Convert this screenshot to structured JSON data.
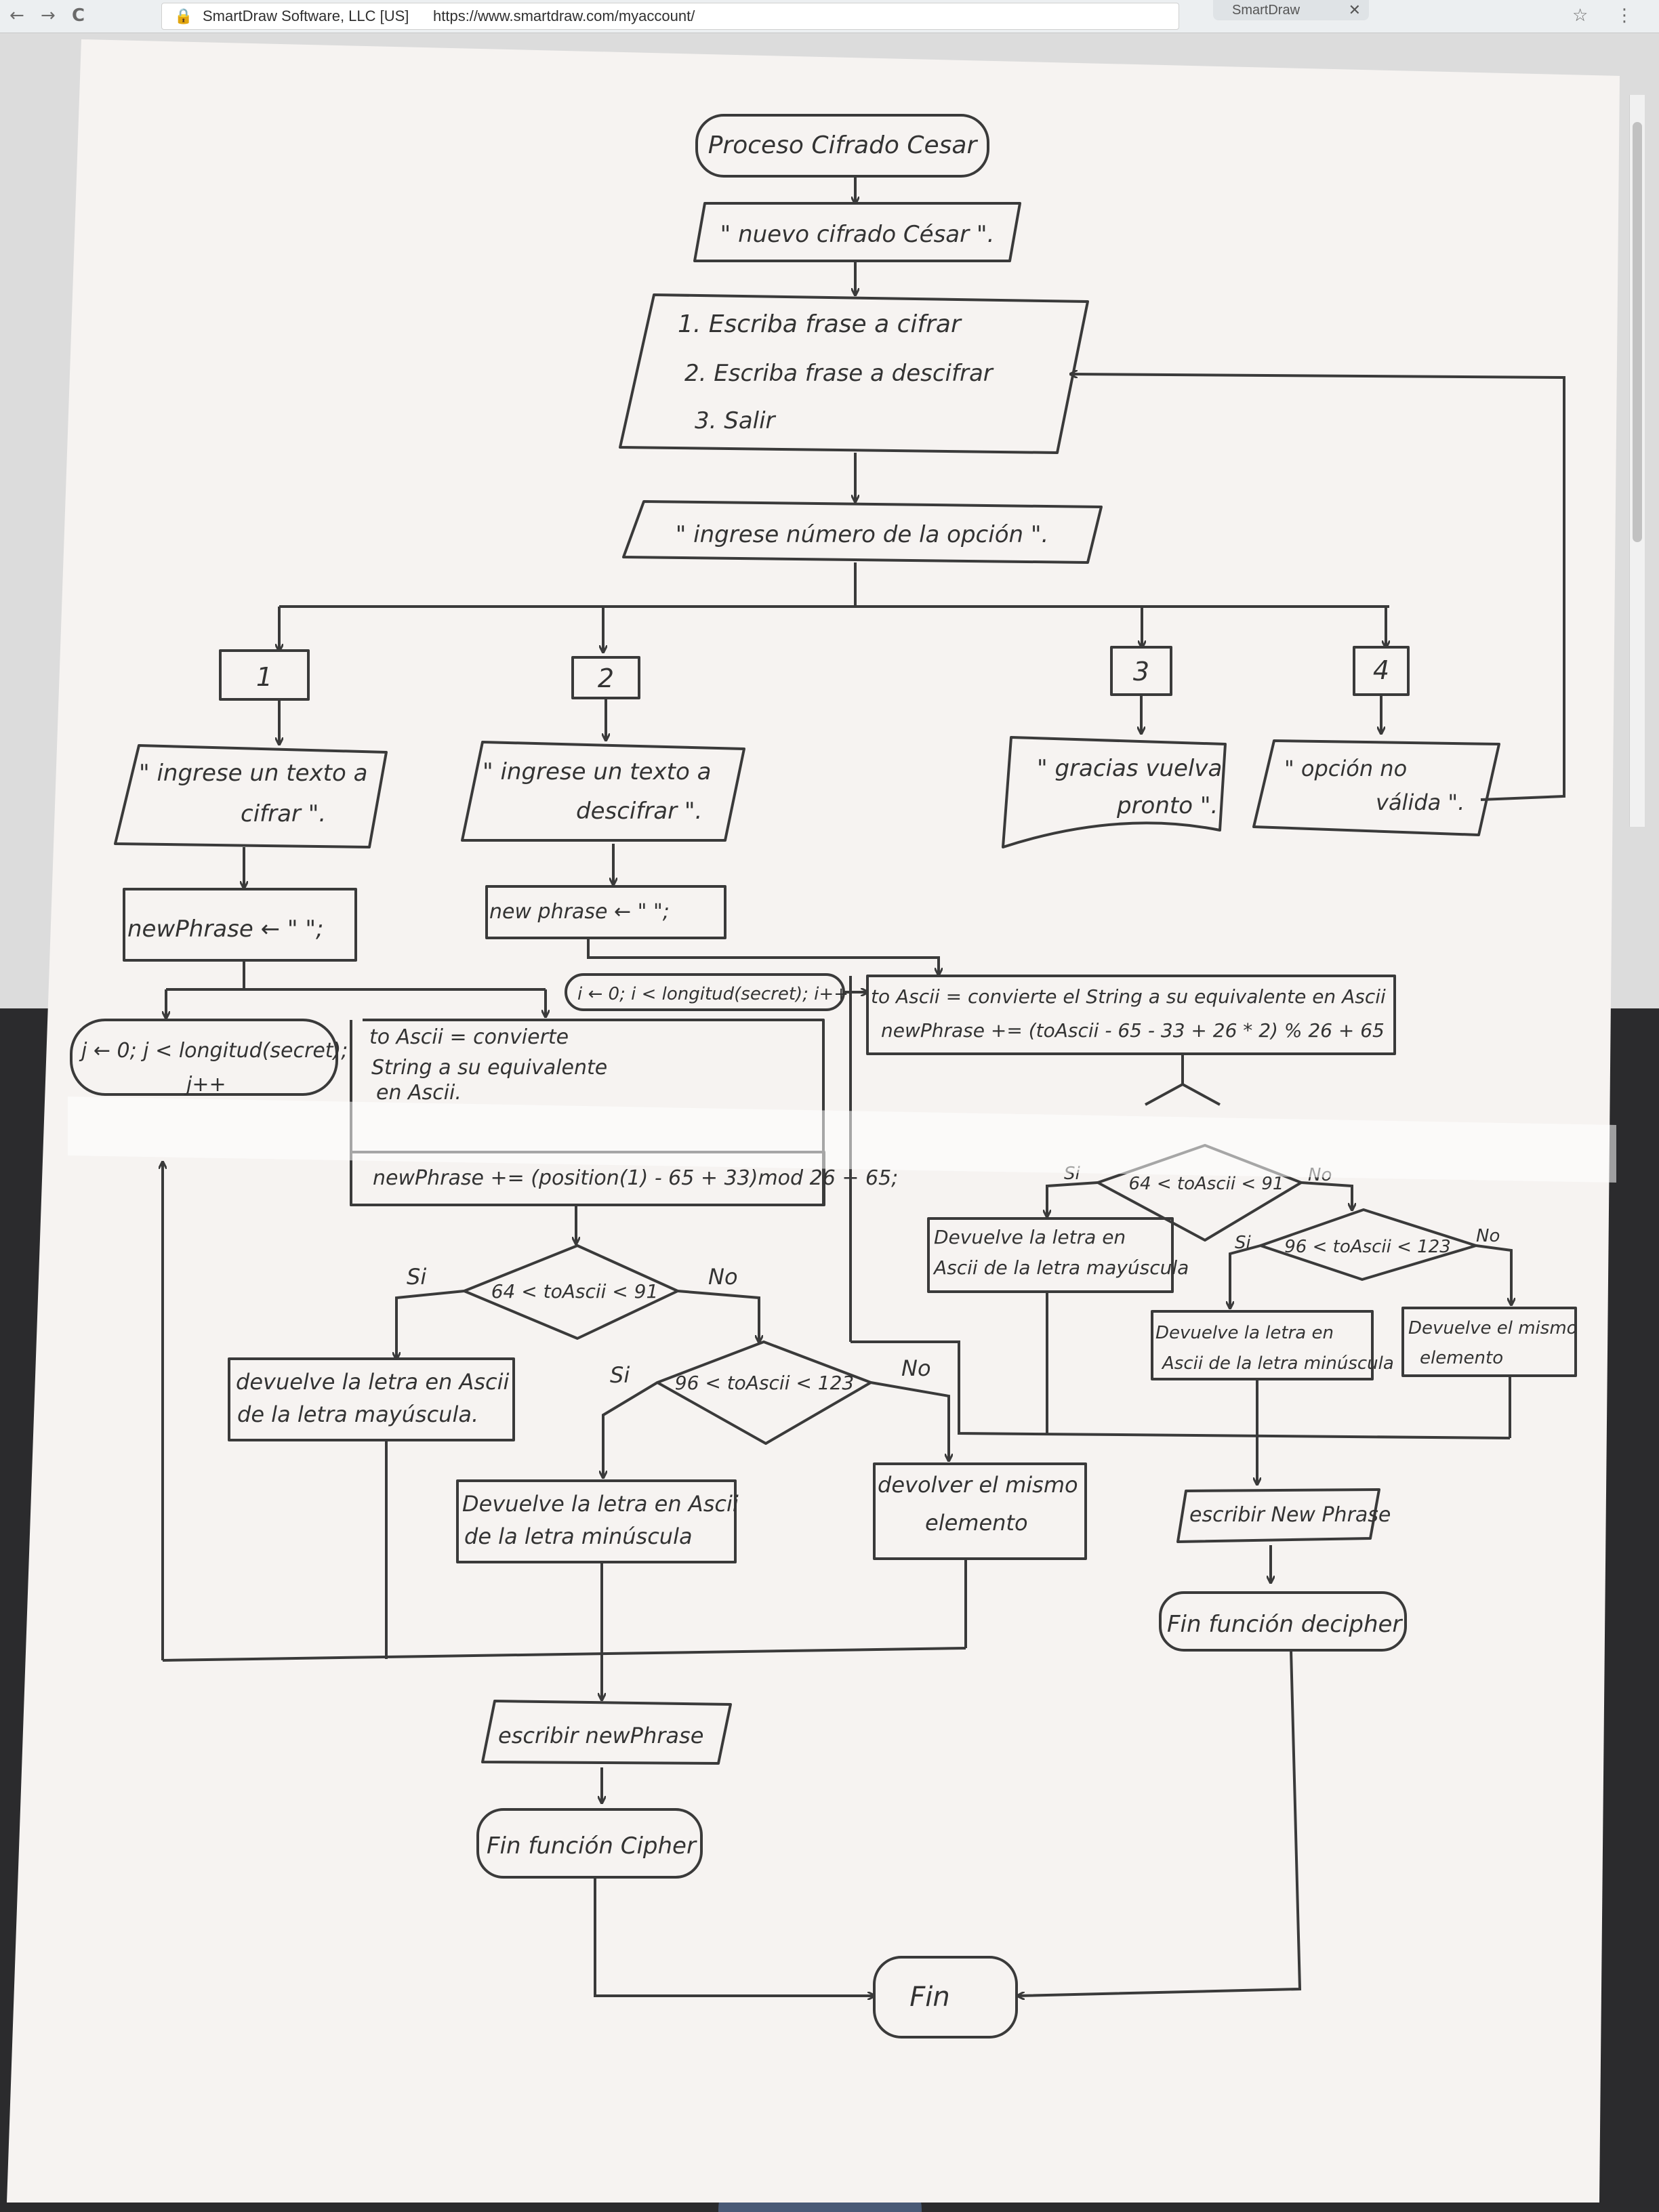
{
  "browser": {
    "back_glyph": "←",
    "forward_glyph": "→",
    "reload_glyph": "C",
    "lock_glyph": "🔒",
    "site_label": "SmartDraw Software, LLC [US]",
    "url": "https://www.smartdraw.com/myaccount/",
    "tab_label": "SmartDraw",
    "close_glyph": "✕",
    "star_glyph": "☆",
    "menu_glyph": "⋮"
  },
  "flowchart": {
    "start": "Proceso Cifrado Cesar",
    "title_output": "\" nuevo cifrado César \".",
    "menu": {
      "line1": "1. Escriba frase a cifrar",
      "line2": "2. Escriba frase a descifrar",
      "line3": "3. Salir"
    },
    "option_prompt": "\" ingrese número de la opción \".",
    "cases": [
      "1",
      "2",
      "3",
      "4"
    ],
    "case1": {
      "prompt_line1": "\" ingrese un texto a",
      "prompt_line2": "cifrar \".",
      "init": "newPhrase ← \" \";",
      "loop_line1": "j ← 0; j < longitud(secret);",
      "loop_line2": "j++",
      "process_line1": "to Ascii = convierte",
      "process_line2": "String a su equivalente",
      "process_line3": "en Ascii.",
      "process_line4": "newPhrase += (position(1) - 65 + 33)mod 26 + 65;",
      "decision1": "64 < toAscii < 91",
      "decision2": "96 < toAscii < 123",
      "yes": "Si",
      "no": "No",
      "result_upper_line1": "devuelve la letra en Ascii",
      "result_upper_line2": "de la letra mayúscula.",
      "result_lower_line1": "Devuelve la letra en Ascii",
      "result_lower_line2": "de la letra minúscula",
      "result_same_line1": "devolver el mismo",
      "result_same_line2": "elemento",
      "write": "escribir newPhrase",
      "end": "Fin función Cipher"
    },
    "case2": {
      "prompt_line1": "\" ingrese un texto a",
      "prompt_line2": "descifrar \".",
      "init": "new phrase ← \" \";",
      "loop": "i ← 0; i < longitud(secret); i++",
      "process_line1": "to Ascii = convierte el String a su equivalente en Ascii",
      "process_line2": "newPhrase += (toAscii - 65 - 33 + 26 * 2) % 26 + 65",
      "decision1": "64 < toAscii < 91",
      "decision2": "96 < toAscii < 123",
      "yes": "Si",
      "no": "No",
      "result_upper_line1": "Devuelve la letra en",
      "result_upper_line2": "Ascii de la letra mayúscula",
      "result_lower_line1": "Devuelve la letra en",
      "result_lower_line2": "Ascii de la letra minúscula",
      "result_same_line1": "Devuelve el mismo",
      "result_same_line2": "elemento",
      "write": "escribir New Phrase",
      "end": "Fin función decipher"
    },
    "case3": {
      "line1": "\" gracias vuelva",
      "line2": "pronto \"."
    },
    "case4": {
      "line1": "\" opción no",
      "line2": "válida \"."
    },
    "finish": "Fin"
  }
}
